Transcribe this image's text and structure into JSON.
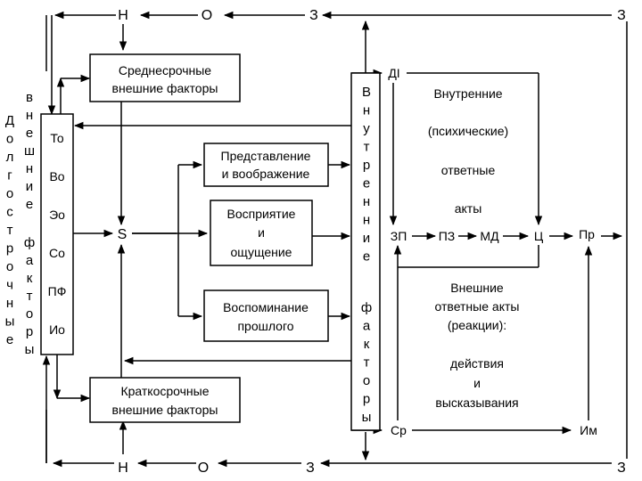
{
  "top_row": {
    "n": "Н",
    "o": "О",
    "z1": "З",
    "z2": "З"
  },
  "bottom_row": {
    "n": "Н",
    "o": "О",
    "z1": "З",
    "z2": "З"
  },
  "left_vertical_1": [
    "Д",
    "о",
    "л",
    "г",
    "о",
    "с",
    "т",
    "р",
    "о",
    "ч",
    "н",
    "ы",
    "е"
  ],
  "left_vertical_2a": [
    "в",
    "н",
    "е",
    "ш",
    "н",
    "и",
    "е"
  ],
  "left_vertical_2b": [
    "ф",
    "а",
    "к",
    "т",
    "о",
    "р",
    "ы"
  ],
  "factors_column": [
    "То",
    "Во",
    "Эо",
    "Со",
    "ПФ",
    "Ио"
  ],
  "medium_box": [
    "Среднесрочные",
    "внешние факторы"
  ],
  "short_box": [
    "Краткосрочные",
    "внешние факторы"
  ],
  "stimulus": "S",
  "representation_box": [
    "Представление",
    "и воображение"
  ],
  "perception_box": [
    "Восприятие",
    "и",
    "ощущение"
  ],
  "memory_box": [
    "Воспоминание",
    "прошлого"
  ],
  "internal_factors_a": [
    "В",
    "н",
    "у",
    "т",
    "р",
    "е",
    "н",
    "н",
    "и",
    "е"
  ],
  "internal_factors_b": [
    "ф",
    "а",
    "к",
    "т",
    "о",
    "р",
    "ы"
  ],
  "right_nodes": {
    "di": "ДI",
    "zp": "ЗП",
    "pz": "ПЗ",
    "md": "МД",
    "ts": "Ц",
    "pr": "Пр",
    "sr": "Ср",
    "im": "Им"
  },
  "internal_acts_text": [
    "Внутренние",
    "(психические)",
    "ответные",
    "акты"
  ],
  "external_acts_text": [
    "Внешние",
    "ответные акты",
    "(реакции):",
    "действия",
    "и",
    "высказывания"
  ]
}
